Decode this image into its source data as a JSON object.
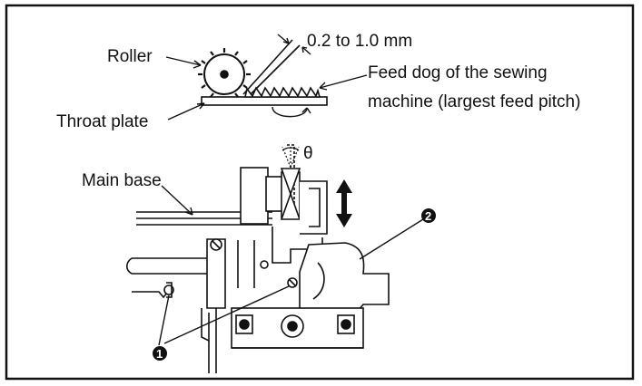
{
  "labels": {
    "roller": "Roller",
    "gap": "0.2 to 1.0 mm",
    "feed_dog_line1": "Feed dog of the sewing",
    "feed_dog_line2": "machine (largest feed pitch)",
    "throat_plate": "Throat plate",
    "main_base": "Main base",
    "theta": "θ"
  },
  "callouts": {
    "c1": "1",
    "c2": "2"
  }
}
